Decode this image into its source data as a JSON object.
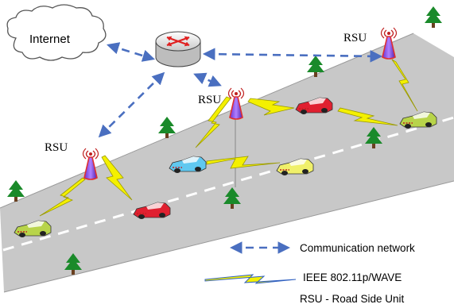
{
  "cloud": {
    "label": "Internet"
  },
  "rsu_labels": {
    "top_right": "RSU",
    "middle": "RSU",
    "left": "RSU"
  },
  "legend": {
    "communication": "Communication network",
    "wireless": "IEEE 802.11p/WAVE",
    "rsu_definition": "RSU - Road Side Unit"
  },
  "colors": {
    "link_blue": "#4a6fc0",
    "road_gray": "#c8c8c8",
    "lightning_yellow": "#f4f000",
    "rsu_red": "#e03030",
    "tree_green": "#1a8a2a"
  },
  "icons": [
    "cloud-icon",
    "router-icon",
    "rsu-tower-icon",
    "car-icon",
    "tree-icon",
    "lightning-icon"
  ]
}
